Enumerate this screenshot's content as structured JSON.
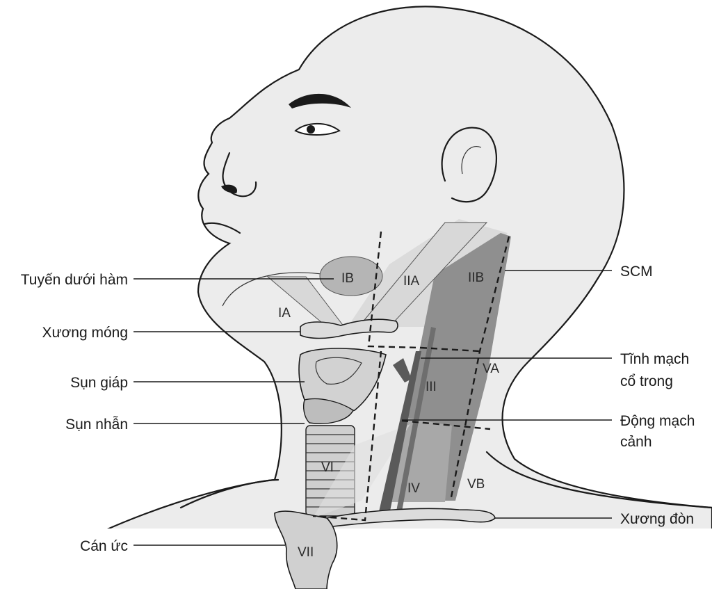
{
  "labels": {
    "tuyen_duoi_ham": "Tuyến dưới hàm",
    "xuong_mong": "Xương móng",
    "sun_giap": "Sụn giáp",
    "sun_nhan": "Sụn nhẫn",
    "can_uc": "Cán ức",
    "scm": "SCM",
    "tinh_mach_line1": "Tĩnh mạch",
    "tinh_mach_line2": "cổ trong",
    "dong_mach_line1": "Động mạch",
    "dong_mach_line2": "cảnh",
    "xuong_don": "Xương đòn"
  },
  "zones": {
    "ia": "IA",
    "ib": "IB",
    "iia": "IIA",
    "iib": "IIB",
    "iii": "III",
    "iv": "IV",
    "va": "VA",
    "vb": "VB",
    "vi": "VI",
    "vii": "VII"
  },
  "colors": {
    "skin": "#ececec",
    "muscle_light": "#d8d8d8",
    "muscle_dark": "#8f8f8f",
    "vessel": "#5a5a5a",
    "cartilage": "#cfcfcf",
    "outline": "#1a1a1a"
  }
}
